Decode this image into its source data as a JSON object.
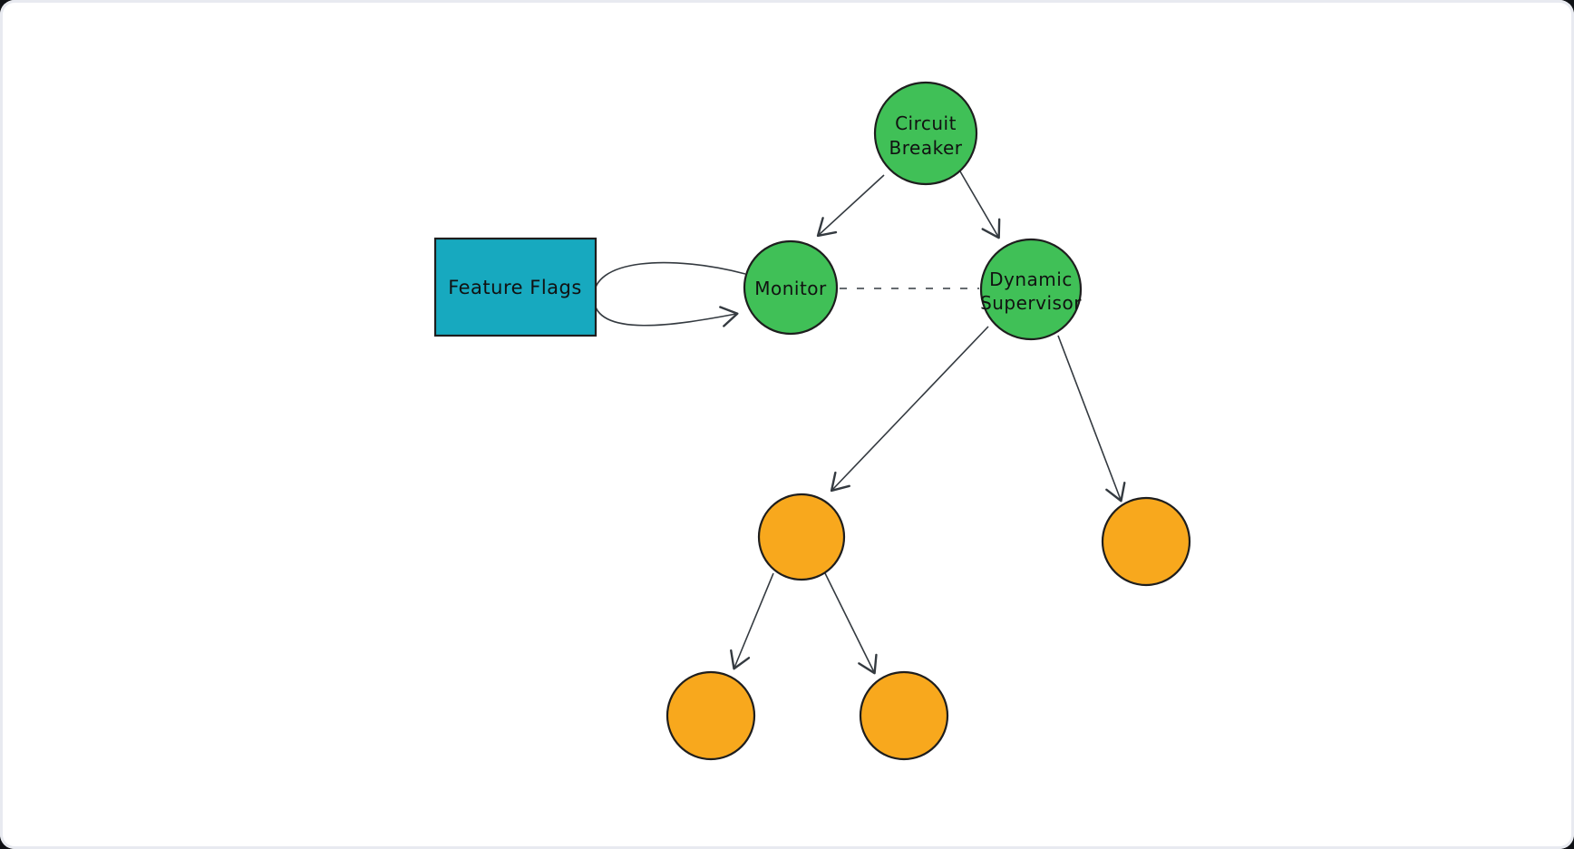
{
  "app": {
    "type": "hand-drawn-diagram-canvas",
    "title": "Supervision tree diagram"
  },
  "colors": {
    "page_bg": "#eceef3",
    "canvas_bg": "#ffffff",
    "node_green": "#40c057",
    "node_teal": "#17a9bf",
    "node_orange": "#f8a81d",
    "shape_stroke": "#1e1e1e",
    "edge_stroke": "#343a40",
    "label_text": "#111111"
  },
  "diagram": {
    "nodes": {
      "circuit_breaker": {
        "label": "Circuit Breaker",
        "line1": "Circuit",
        "line2": "Breaker",
        "shape": "circle",
        "fill": "green"
      },
      "feature_flags": {
        "label": "Feature Flags",
        "shape": "rectangle",
        "fill": "teal"
      },
      "monitor": {
        "label": "Monitor",
        "shape": "circle",
        "fill": "green"
      },
      "dynamic_supervisor": {
        "label": "Dynamic Supervisor",
        "line1": "Dynamic",
        "line2": "Supervisor",
        "shape": "circle",
        "fill": "green"
      },
      "worker_left": {
        "label": "",
        "shape": "circle",
        "fill": "orange"
      },
      "worker_right": {
        "label": "",
        "shape": "circle",
        "fill": "orange"
      },
      "worker_child_left": {
        "label": "",
        "shape": "circle",
        "fill": "orange"
      },
      "worker_child_right": {
        "label": "",
        "shape": "circle",
        "fill": "orange"
      }
    },
    "edges": [
      {
        "from": "circuit_breaker",
        "to": "monitor",
        "style": "solid",
        "arrowhead": "open"
      },
      {
        "from": "circuit_breaker",
        "to": "dynamic_supervisor",
        "style": "solid",
        "arrowhead": "open"
      },
      {
        "from": "monitor",
        "to": "dynamic_supervisor",
        "style": "dashed",
        "arrowhead": "none"
      },
      {
        "from": "feature_flags",
        "to": "monitor",
        "style": "curved-loop",
        "arrowhead": "open"
      },
      {
        "from": "dynamic_supervisor",
        "to": "worker_left",
        "style": "solid",
        "arrowhead": "open"
      },
      {
        "from": "dynamic_supervisor",
        "to": "worker_right",
        "style": "solid",
        "arrowhead": "open"
      },
      {
        "from": "worker_left",
        "to": "worker_child_left",
        "style": "solid",
        "arrowhead": "open"
      },
      {
        "from": "worker_left",
        "to": "worker_child_right",
        "style": "solid",
        "arrowhead": "open"
      }
    ]
  }
}
